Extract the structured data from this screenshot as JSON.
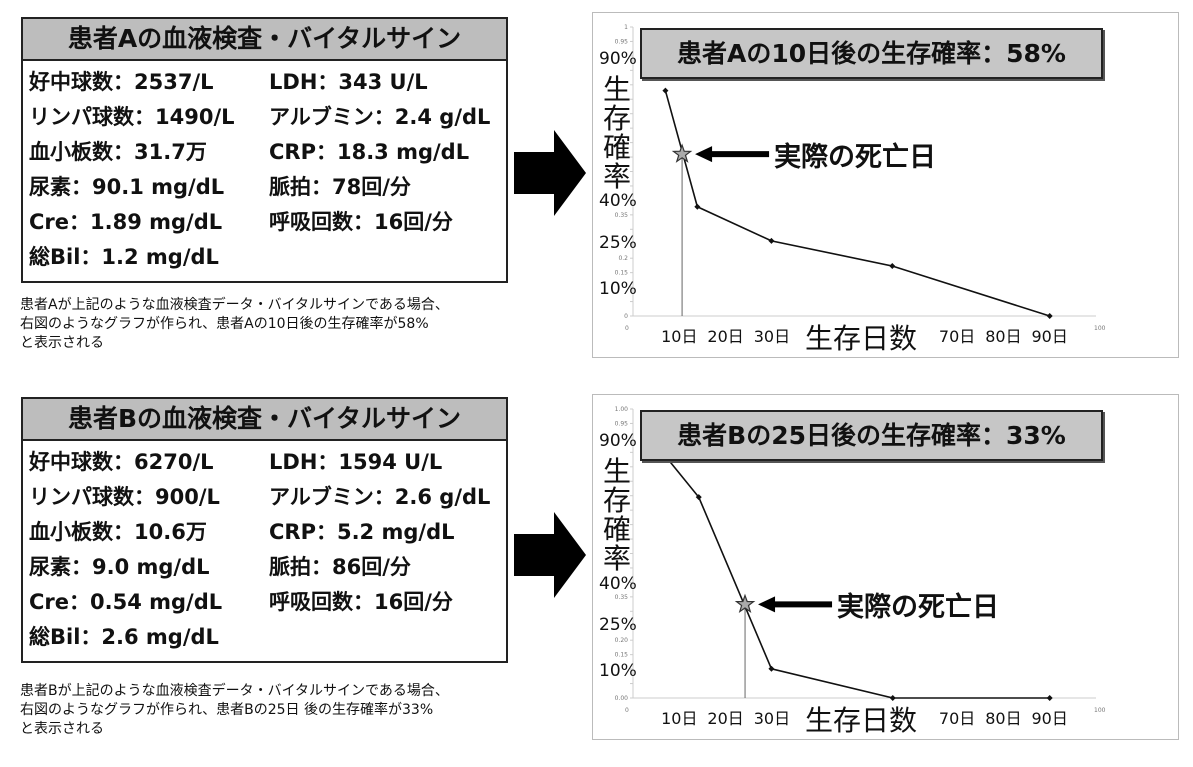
{
  "patients": [
    {
      "lab_title": "患者Aの血液検査・バイタルサイン",
      "rows": [
        [
          "好中球数：2537/L",
          "LDH：343 U/L"
        ],
        [
          "リンパ球数：1490/L",
          "アルブミン：2.4 g/dL"
        ],
        [
          "血小板数：31.7万",
          "CRP：18.3 mg/dL"
        ],
        [
          "尿素：90.1 mg/dL",
          "脈拍：78回/分"
        ],
        [
          "Cre：1.89 mg/dL",
          "呼吸回数：16回/分"
        ],
        [
          "総Bil：1.2 mg/dL",
          ""
        ]
      ],
      "caption": [
        "患者Aが上記のような血液検査データ・バイタルサインである場合、",
        "右図のようなグラフが作られ、患者Aの10日後の生存確率が58%",
        "と表示される"
      ]
    },
    {
      "lab_title": "患者Bの血液検査・バイタルサイン",
      "rows": [
        [
          "好中球数：6270/L",
          "LDH：1594 U/L"
        ],
        [
          "リンパ球数：900/L",
          "アルブミン：2.6 g/dL"
        ],
        [
          "血小板数：10.6万",
          "CRP：5.2 mg/dL"
        ],
        [
          "尿素：9.0 mg/dL",
          "脈拍：86回/分"
        ],
        [
          "Cre：0.54 mg/dL",
          "呼吸回数：16回/分"
        ],
        [
          "総Bil：2.6 mg/dL",
          ""
        ]
      ],
      "caption": [
        "患者Bが上記のような血液検査データ・バイタルサインである場合、",
        "右図のようなグラフが作られ、患者Bの25日 後の生存確率が33%",
        "と表示される"
      ]
    }
  ],
  "chart_data": [
    {
      "type": "line",
      "title": "患者Aの10日後の生存確率：58%",
      "xlabel": "生存日数",
      "ylabel": "生存確率",
      "xlim": [
        0,
        100
      ],
      "ylim": [
        0,
        1
      ],
      "x_tick_labels": [
        {
          "x": 10,
          "label": "10日"
        },
        {
          "x": 20,
          "label": "20日"
        },
        {
          "x": 30,
          "label": "30日"
        },
        {
          "x": 70,
          "label": "70日"
        },
        {
          "x": 80,
          "label": "80日"
        },
        {
          "x": 90,
          "label": "90日"
        }
      ],
      "x_axis_end_labels": [
        "0",
        "100"
      ],
      "y_small_ticks": [
        "1",
        "0.95",
        "0.35",
        "0.2",
        "0.15",
        "0"
      ],
      "y_small_tick_values": [
        1,
        0.95,
        0.35,
        0.2,
        0.15,
        0
      ],
      "y_big_labels": [
        {
          "y": 0.885,
          "label": "90%"
        },
        {
          "y": 0.395,
          "label": "40%"
        },
        {
          "y": 0.248,
          "label": "25%"
        },
        {
          "y": 0.09,
          "label": "10%"
        }
      ],
      "series": [
        {
          "name": "survival",
          "x": [
            7,
            13.9,
            29.9,
            56,
            90
          ],
          "y": [
            0.78,
            0.378,
            0.26,
            0.173,
            0
          ]
        }
      ],
      "marker": {
        "x": 10.6,
        "y": 0.56,
        "label": "実際の死亡日"
      }
    },
    {
      "type": "line",
      "title": "患者Bの25日後の生存確率：33%",
      "xlabel": "生存日数",
      "ylabel": "生存確率",
      "xlim": [
        0,
        100
      ],
      "ylim": [
        0,
        1
      ],
      "x_tick_labels": [
        {
          "x": 10,
          "label": "10日"
        },
        {
          "x": 20,
          "label": "20日"
        },
        {
          "x": 30,
          "label": "30日"
        },
        {
          "x": 70,
          "label": "70日"
        },
        {
          "x": 80,
          "label": "80日"
        },
        {
          "x": 90,
          "label": "90日"
        }
      ],
      "x_axis_end_labels": [
        "0",
        "100"
      ],
      "y_small_ticks": [
        "1.00",
        "0.95",
        "0.35",
        "0.20",
        "0.15",
        "0.00"
      ],
      "y_small_tick_values": [
        1,
        0.95,
        0.35,
        0.2,
        0.15,
        0
      ],
      "y_big_labels": [
        {
          "y": 0.885,
          "label": "90%"
        },
        {
          "y": 0.39,
          "label": "40%"
        },
        {
          "y": 0.248,
          "label": "25%"
        },
        {
          "y": 0.09,
          "label": "10%"
        }
      ],
      "series": [
        {
          "name": "survival",
          "x": [
            7.2,
            14.2,
            29.9,
            56.1,
            90
          ],
          "y": [
            0.833,
            0.695,
            0.101,
            0,
            0
          ]
        }
      ],
      "marker": {
        "x": 24.2,
        "y": 0.324,
        "label": "実際の死亡日"
      }
    }
  ]
}
